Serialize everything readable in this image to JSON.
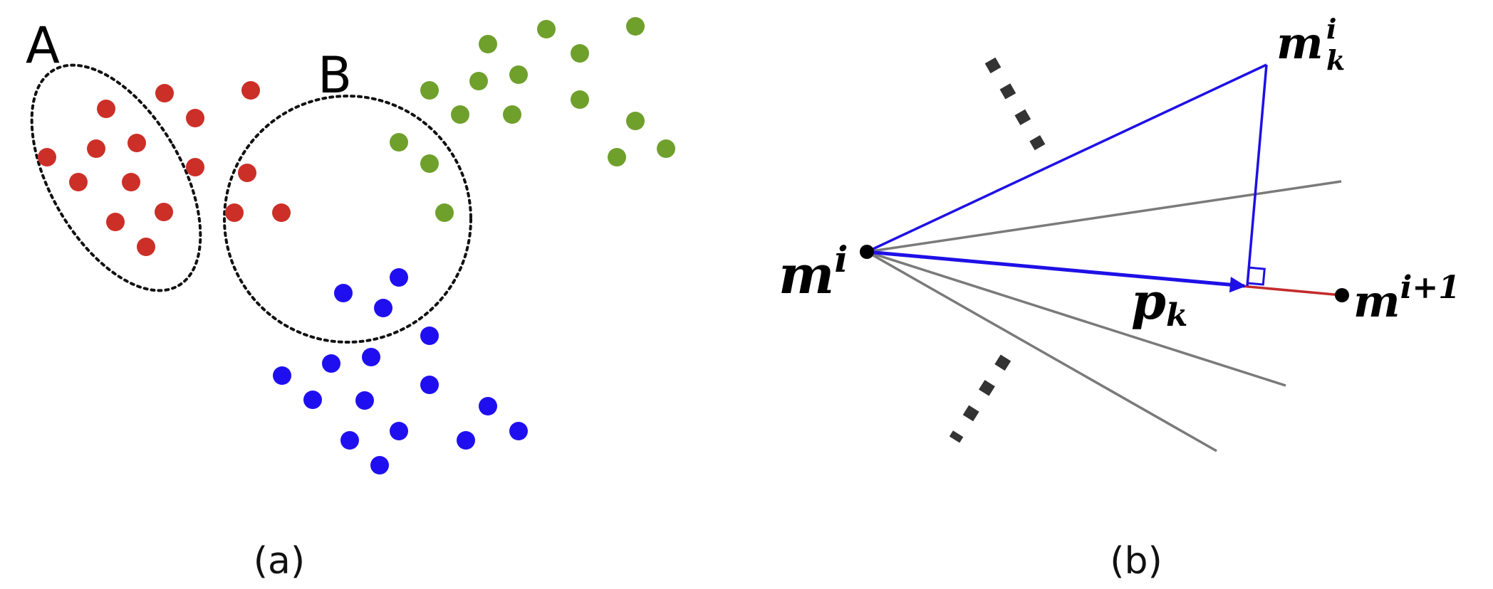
{
  "panel_a": {
    "caption": "(a)",
    "groups": [
      {
        "label": "A"
      },
      {
        "label": "B"
      }
    ],
    "point_colors": {
      "red": "#cc2f27",
      "green": "#6fa02c",
      "blue": "#1f0ff0"
    }
  },
  "panel_b": {
    "caption": "(b)",
    "labels": {
      "m_i": {
        "base": "m",
        "sup": "i"
      },
      "m_i1": {
        "base": "m",
        "sup": "i+1"
      },
      "m_ik": {
        "base": "m",
        "sup": "i",
        "sub": "k"
      },
      "p_k": {
        "base": "p",
        "sub": "k"
      }
    },
    "colors": {
      "vector": "#1e10e6",
      "segment": "#c42b2b",
      "rays": "#7a7a7a",
      "ellipsis": "#333333"
    }
  }
}
